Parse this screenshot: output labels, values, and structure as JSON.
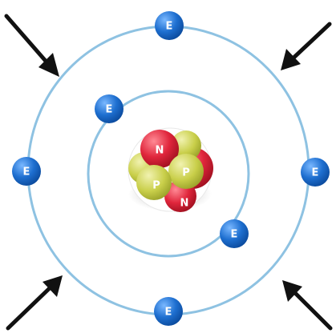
{
  "electron_label": "E",
  "proton_label": "P",
  "neutron_label": "N",
  "orbit_color": "#8ec2e2",
  "electron_color": "#1e6fd0",
  "proton_color": "#c9cf4a",
  "neutron_color": "#e0263c",
  "arrow_color": "#111111",
  "nucleus_particles": [
    {
      "kind": "neutron",
      "label": "N"
    },
    {
      "kind": "proton",
      "label": "P"
    },
    {
      "kind": "proton",
      "label": "P"
    },
    {
      "kind": "neutron",
      "label": "N"
    }
  ],
  "electrons": [
    {
      "shell": "outer",
      "label": "E"
    },
    {
      "shell": "outer",
      "label": "E"
    },
    {
      "shell": "outer",
      "label": "E"
    },
    {
      "shell": "outer",
      "label": "E"
    },
    {
      "shell": "inner",
      "label": "E"
    },
    {
      "shell": "inner",
      "label": "E"
    }
  ]
}
